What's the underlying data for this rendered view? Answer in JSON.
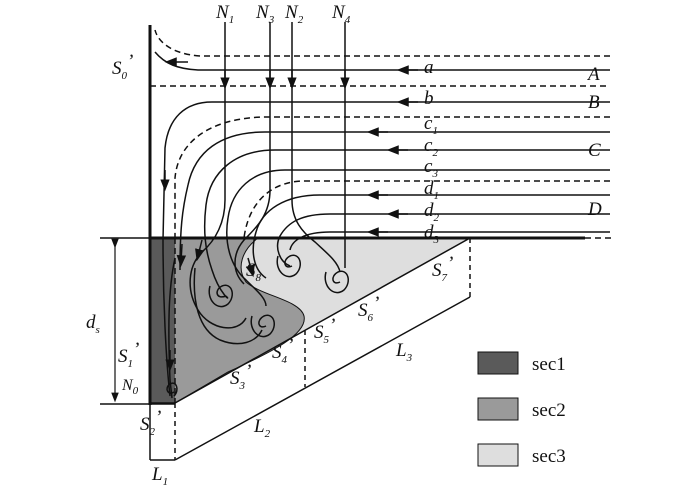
{
  "labels": {
    "S0p": {
      "base": "S",
      "sub": "0",
      "prime": "’"
    },
    "N1": {
      "base": "N",
      "sub": "1"
    },
    "N3": {
      "base": "N",
      "sub": "3"
    },
    "N2": {
      "base": "N",
      "sub": "2"
    },
    "N4": {
      "base": "N",
      "sub": "4"
    },
    "a": {
      "base": "a"
    },
    "b": {
      "base": "b"
    },
    "c1": {
      "base": "c",
      "sub": "1"
    },
    "c2": {
      "base": "c",
      "sub": "2"
    },
    "c3": {
      "base": "c",
      "sub": "3"
    },
    "d1": {
      "base": "d",
      "sub": "1"
    },
    "d2": {
      "base": "d",
      "sub": "2"
    },
    "d3": {
      "base": "d",
      "sub": "3"
    },
    "A": {
      "base": "A"
    },
    "B": {
      "base": "B"
    },
    "C": {
      "base": "C"
    },
    "D": {
      "base": "D"
    },
    "ds": {
      "base": "d",
      "sub": "s"
    },
    "S1p": {
      "base": "S",
      "sub": "1",
      "prime": "’"
    },
    "N0": {
      "base": "N",
      "sub": "0"
    },
    "S2p": {
      "base": "S",
      "sub": "2",
      "prime": "’"
    },
    "L1": {
      "base": "L",
      "sub": "1"
    },
    "L2": {
      "base": "L",
      "sub": "2"
    },
    "L3": {
      "base": "L",
      "sub": "3"
    },
    "S3p": {
      "base": "S",
      "sub": "3",
      "prime": "’"
    },
    "S4p": {
      "base": "S",
      "sub": "4",
      "prime": "’"
    },
    "S5p": {
      "base": "S",
      "sub": "5",
      "prime": "’"
    },
    "S6p": {
      "base": "S",
      "sub": "6",
      "prime": "’"
    },
    "S7p": {
      "base": "S",
      "sub": "7",
      "prime": "’"
    },
    "S8": {
      "base": "S",
      "sub": "8"
    }
  },
  "legend": [
    {
      "label": "sec1",
      "color": "#5a5a5a"
    },
    {
      "label": "sec2",
      "color": "#9a9a9a"
    },
    {
      "label": "sec3",
      "color": "#dedede"
    }
  ],
  "colors": {
    "sec1": "#5a5a5a",
    "sec2": "#9a9a9a",
    "sec3": "#dedede",
    "line": "#111111"
  }
}
